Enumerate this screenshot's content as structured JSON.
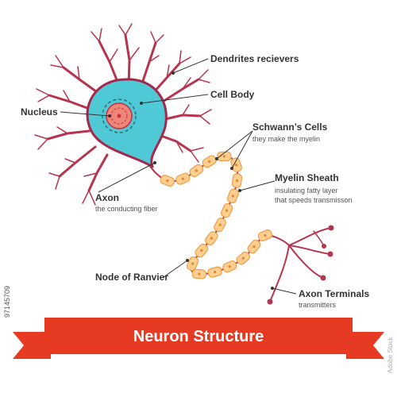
{
  "labels": {
    "dendrites": "Dendrites recievers",
    "cell_body": "Cell Body",
    "nucleus": "Nucleus",
    "schwann_title": "Schwann’s Cells",
    "schwann_sub": "they make the myelin",
    "myelin_title": "Myelin Sheath",
    "myelin_sub_1": "insulating fatty layer",
    "myelin_sub_2": "that speeds transmisson",
    "axon_title": "Axon",
    "axon_sub": "the conducting fiber",
    "ranvier": "Node of Ranvier",
    "terminals_title": "Axon Terminals",
    "terminals_sub": "transmitters"
  },
  "banner": {
    "title": "Neuron Structure"
  },
  "watermark": {
    "id": "97145709",
    "brand": "Adobe Stock"
  },
  "colors": {
    "dendrite": "#b5344e",
    "cell_fill": "#4fc9d6",
    "cell_stroke": "#a8264a",
    "nucleus_fill": "#f0867a",
    "nucleolus": "#c9303e",
    "myelin_fill": "#ffcf8f",
    "myelin_stroke": "#ee9d4a",
    "banner": "#e63b22",
    "banner_dark": "#a72512",
    "leader": "#333333"
  }
}
